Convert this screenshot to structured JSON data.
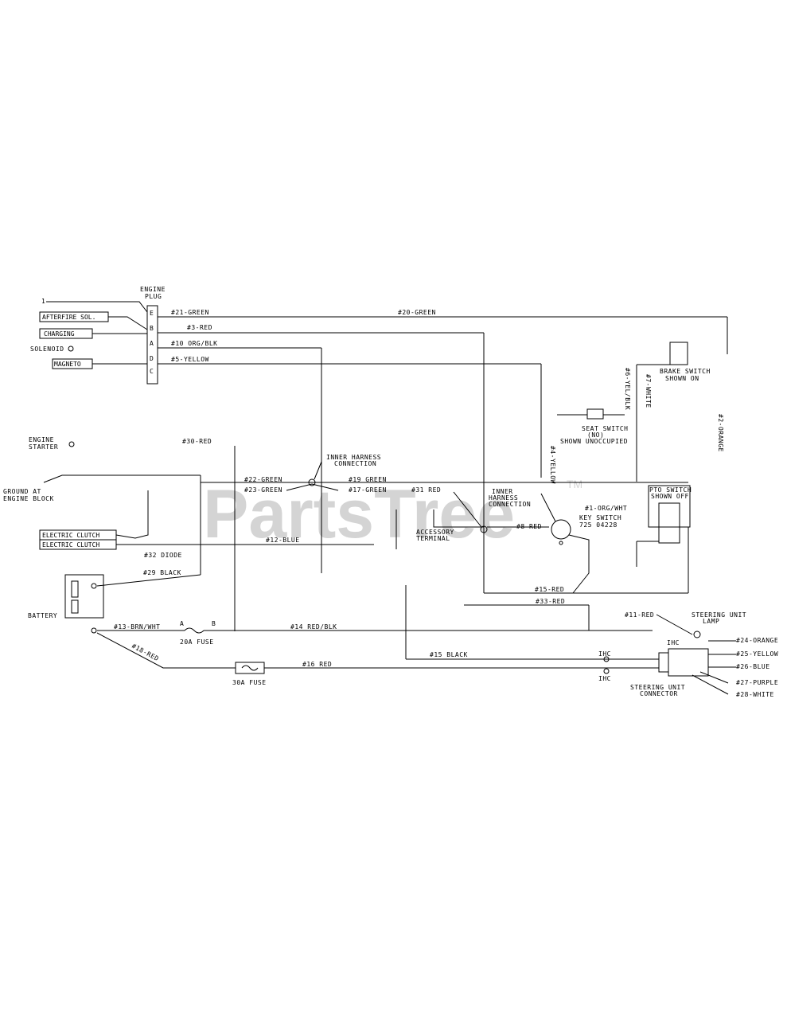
{
  "watermark": {
    "text": "PartsTree",
    "tm": "TM"
  },
  "engine_plug": {
    "title1": "ENGINE",
    "title2": "PLUG",
    "pins": [
      "E",
      "B",
      "A",
      "D",
      "C"
    ]
  },
  "left_labels": {
    "afterfire": "AFTERFIRE SOL.",
    "charging": "CHARGING",
    "solenoid": "SOLENOID",
    "magneto": "MAGNETO",
    "engine_starter1": "ENGINE",
    "engine_starter2": "STARTER",
    "ground1": "GROUND AT",
    "ground2": "ENGINE BLOCK",
    "clutch1": "ELECTRIC CLUTCH",
    "clutch2": "ELECTRIC CLUTCH",
    "battery": "BATTERY",
    "fuse20": "20A FUSE",
    "fuse30": "30A FUSE",
    "pin_1": "1",
    "pin_a": "A",
    "pin_b": "B"
  },
  "wires": {
    "w21": "#21-GREEN",
    "w20green": "#20-GREEN",
    "w3red": "#3-RED",
    "w10": "#10 ORG/BLK",
    "w5": "#5-YELLOW",
    "w30red": "#30-RED",
    "w22": "#22-GREEN",
    "w23": "#23-GREEN",
    "w19": "#19 GREEN",
    "w17": "#17-GREEN",
    "w31": "#31 RED",
    "w8": "#8 RED",
    "w12": "#12-BLUE",
    "w32": "#32 DIODE",
    "w29": "#29 BLACK",
    "w13": "#13-BRN/WHT",
    "w14": "#14 RED/BLK",
    "w15red": "#15-RED",
    "w33": "#33-RED",
    "w11": "#11-RED",
    "w15black": "#15 BLACK",
    "w16": "#16 RED",
    "w18": "#18-RED",
    "w6": "#6-YEL/BLK",
    "w7": "#7-WHITE",
    "w4": "#4-YELLOW",
    "w2": "#2-ORANGE",
    "w1": "#1-ORG/WHT"
  },
  "components": {
    "inner_harness1a": "INNER HARNESS",
    "inner_harness1b": "CONNECTION",
    "inner_harness2a": "INNER",
    "inner_harness2b": "HARNESS",
    "inner_harness2c": "CONNECTION",
    "accessory1": "ACCESSORY",
    "accessory2": "TERMINAL",
    "key_switch1": "KEY SWITCH",
    "key_switch2": "725 04228",
    "seat_switch1": "SEAT SWITCH",
    "seat_switch2": "(NO)",
    "seat_switch3": "SHOWN UNOCCUPIED",
    "brake_switch1": "BRAKE SWITCH",
    "brake_switch2": "SHOWN ON",
    "pto_switch1": "PTO SWITCH",
    "pto_switch2": "SHOWN OFF",
    "steering_lamp1": "STEERING UNIT",
    "steering_lamp2": "LAMP",
    "steering_conn1": "STEERING UNIT",
    "steering_conn2": "CONNECTOR",
    "ihc1": "IHC",
    "ihc2": "IHC",
    "ihc3": "IHC"
  },
  "right_wires": {
    "r24": "#24-ORANGE",
    "r25": "#25-YELLOW",
    "r26": "#26-BLUE",
    "r27": "#27-PURPLE",
    "r28": "#28-WHITE"
  }
}
